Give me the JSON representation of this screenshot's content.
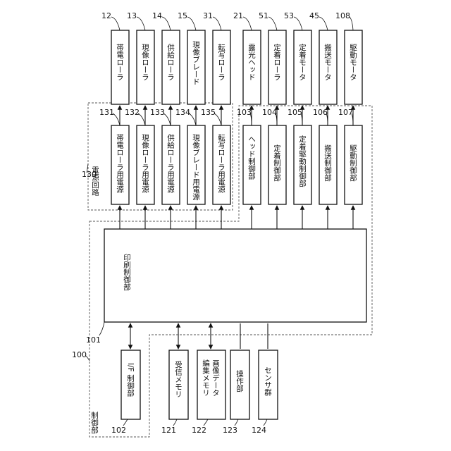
{
  "blocks": [
    {
      "id": "131",
      "label": "帯電ローラ用電源"
    },
    {
      "id": "132",
      "label": "現像ローラ用電源"
    },
    {
      "id": "133",
      "label": "供給ローラ用電源"
    },
    {
      "id": "134",
      "label": "現像ブレード用電源"
    },
    {
      "id": "135",
      "label": "転写ローラ用電源"
    },
    {
      "id": "103",
      "label": "ヘッド制御部"
    },
    {
      "id": "104",
      "label": "定着制御部"
    },
    {
      "id": "105",
      "label": "定着駆動制御部"
    },
    {
      "id": "106",
      "label": "搬送制御部"
    },
    {
      "id": "107",
      "label": "駆動制御部"
    },
    {
      "id": "12",
      "label": "帯電ローラ"
    },
    {
      "id": "13",
      "label": "現像ローラ"
    },
    {
      "id": "14",
      "label": "供給ローラ"
    },
    {
      "id": "15",
      "label": "現像ブレード"
    },
    {
      "id": "31",
      "label": "転写ローラ"
    },
    {
      "id": "21",
      "label": "露光ヘッド"
    },
    {
      "id": "51",
      "label": "定着ローラ"
    },
    {
      "id": "53",
      "label": "定着モータ"
    },
    {
      "id": "45",
      "label": "搬送モータ"
    },
    {
      "id": "108",
      "label": "駆動モータ"
    },
    {
      "id": "101",
      "label": "印刷制御部"
    },
    {
      "id": "102",
      "label": "I/F 制御部"
    },
    {
      "id": "121",
      "label": "受信メモリ"
    },
    {
      "id": "122",
      "label": "画像データ\n編集メモリ"
    },
    {
      "id": "123",
      "label": "操作部"
    },
    {
      "id": "124",
      "label": "センサ群"
    }
  ],
  "groups": [
    {
      "id": "130",
      "label": "電源回路"
    },
    {
      "id": "100",
      "label": "制御部"
    }
  ]
}
